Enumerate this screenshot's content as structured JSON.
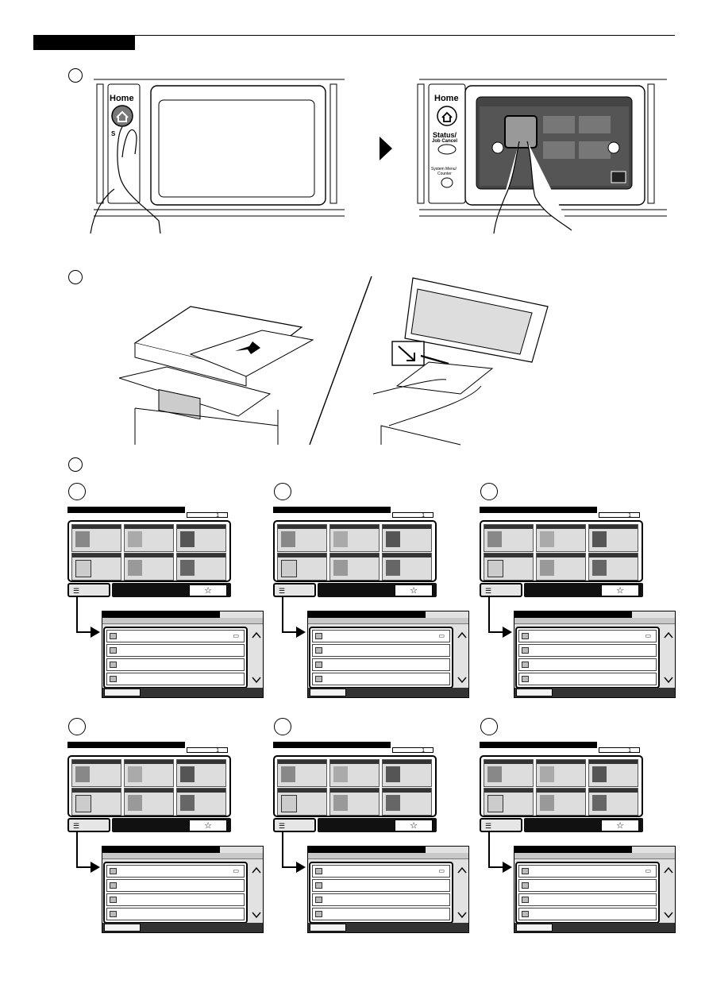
{
  "panel1": {
    "home_label": "Home",
    "status_label": "Status/",
    "jobcancel_label": "Job Cancel",
    "sysmenu_label_1": "System Menu/",
    "sysmenu_label_2": "Counter"
  },
  "screens": [
    {
      "page_num": "1",
      "fav_icon": "☆"
    },
    {
      "page_num": "1",
      "fav_icon": "☆"
    },
    {
      "page_num": "1",
      "fav_icon": "☆"
    },
    {
      "page_num": "1",
      "fav_icon": "☆"
    },
    {
      "page_num": "1",
      "fav_icon": "☆"
    },
    {
      "page_num": "1",
      "fav_icon": "☆"
    }
  ]
}
